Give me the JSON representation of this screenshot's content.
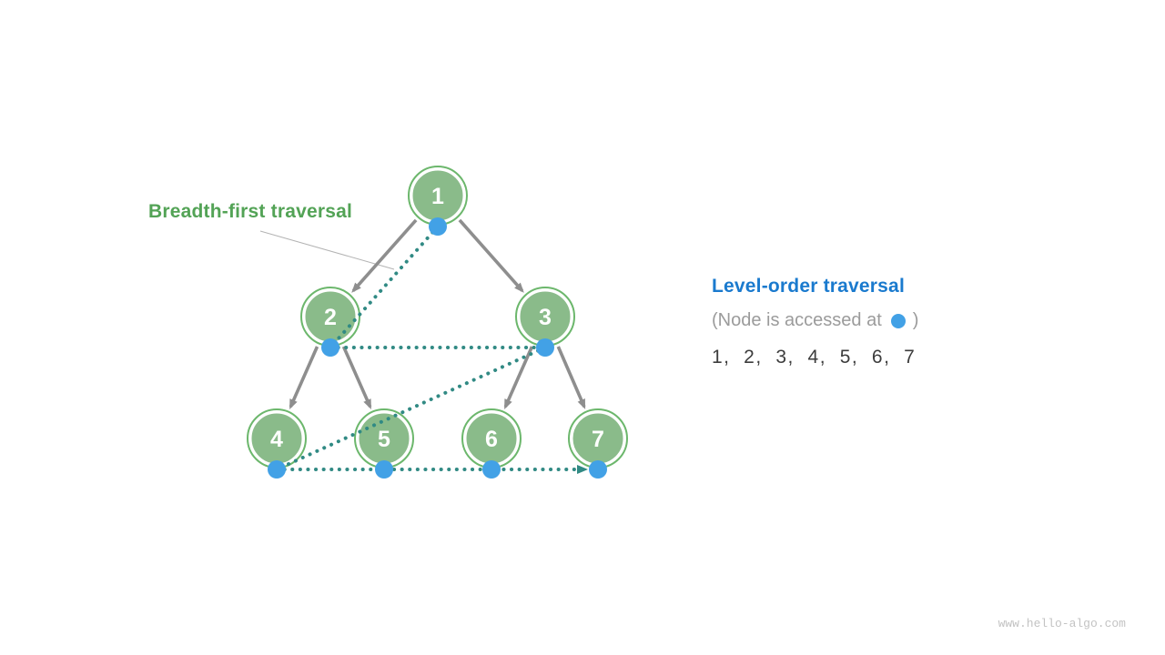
{
  "figure_label": {
    "text": "Breadth-first traversal"
  },
  "panel": {
    "heading": "Level-order traversal",
    "note_prefix": "(Node is accessed at",
    "note_suffix": ")",
    "sequence": "1,  2,  3,  4,  5,  6,  7"
  },
  "watermark": "www.hello-algo.com",
  "tree": {
    "nodes": [
      "1",
      "2",
      "3",
      "4",
      "5",
      "6",
      "7"
    ],
    "edges": [
      [
        1,
        2
      ],
      [
        1,
        3
      ],
      [
        2,
        4
      ],
      [
        2,
        5
      ],
      [
        3,
        6
      ],
      [
        3,
        7
      ]
    ],
    "traversal_order": [
      1,
      2,
      3,
      4,
      5,
      6,
      7
    ]
  },
  "colors": {
    "node_fill": "#8abb8a",
    "node_border": "#6cb76c",
    "node_text": "#ffffff",
    "tree_edge": "#8e8e8e",
    "traversal_dotted": "#318a84",
    "access_dot": "#42a1e6",
    "label_green": "#53a356",
    "heading_blue": "#1a7ace",
    "note_gray": "#9b9b9b",
    "sequence_text": "#3d3d3d",
    "watermark_gray": "#c3c3c3"
  }
}
